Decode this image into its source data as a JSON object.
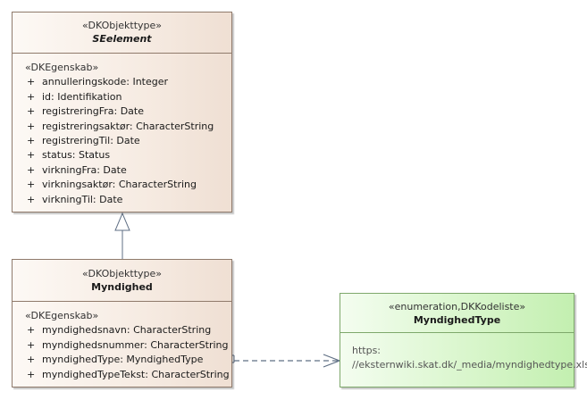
{
  "diagram": {
    "classes": {
      "seelement": {
        "stereotype": "«DKObjekttype»",
        "name": "SEelement",
        "abstract": true,
        "attr_stereotype": "«DKEgenskab»",
        "attributes": [
          {
            "visibility": "+",
            "text": "annulleringskode: Integer"
          },
          {
            "visibility": "+",
            "text": "id: Identifikation"
          },
          {
            "visibility": "+",
            "text": "registreringFra: Date"
          },
          {
            "visibility": "+",
            "text": "registreringsaktør: CharacterString"
          },
          {
            "visibility": "+",
            "text": "registreringTil: Date"
          },
          {
            "visibility": "+",
            "text": "status: Status"
          },
          {
            "visibility": "+",
            "text": "virkningFra: Date"
          },
          {
            "visibility": "+",
            "text": "virkningsaktør: CharacterString"
          },
          {
            "visibility": "+",
            "text": "virkningTil: Date"
          }
        ]
      },
      "myndighed": {
        "stereotype": "«DKObjekttype»",
        "name": "Myndighed",
        "abstract": false,
        "attr_stereotype": "«DKEgenskab»",
        "attributes": [
          {
            "visibility": "+",
            "text": "myndighedsnavn: CharacterString"
          },
          {
            "visibility": "+",
            "text": "myndighedsnummer: CharacterString"
          },
          {
            "visibility": "+",
            "text": "myndighedType: MyndighedType"
          },
          {
            "visibility": "+",
            "text": "myndighedTypeTekst: CharacterString"
          }
        ]
      },
      "myndighedtype": {
        "stereotype": "«enumeration,DKKodeliste»",
        "name": "MyndighedType",
        "note_lines": [
          "https:",
          "//eksternwiki.skat.dk/_media/myndighedtype.xls"
        ]
      }
    },
    "relations": [
      {
        "type": "generalization",
        "from": "Myndighed",
        "to": "SEelement"
      },
      {
        "type": "dependency",
        "from": "Myndighed.myndighedType",
        "to": "MyndighedType"
      }
    ],
    "colors": {
      "class_border": "#8f7a6b",
      "enum_border": "#7ea86b",
      "connector": "#5f6f84"
    }
  }
}
